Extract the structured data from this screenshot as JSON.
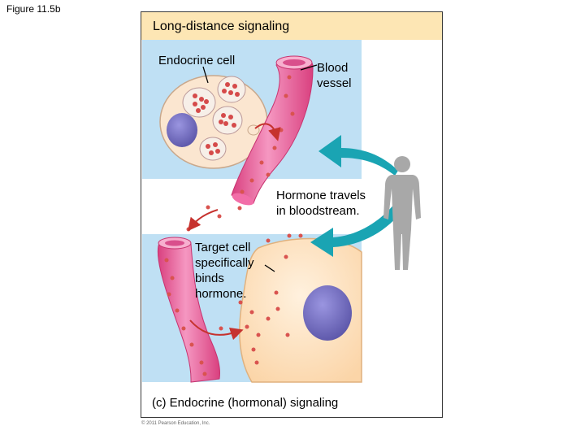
{
  "figure_label": "Figure 11.5b",
  "panel": {
    "title": "Long-distance signaling",
    "caption": "(c) Endocrine (hormonal) signaling"
  },
  "labels": {
    "endocrine_cell": "Endocrine cell",
    "blood_vessel_line1": "Blood",
    "blood_vessel_line2": "vessel",
    "hormone_line1": "Hormone travels",
    "hormone_line2": "in bloodstream.",
    "target_line1": "Target cell",
    "target_line2": "specifically",
    "target_line3": "binds",
    "target_line4": "hormone."
  },
  "copyright": "© 2011 Pearson Education, Inc.",
  "colors": {
    "header_bg": "#fde6b4",
    "blue_bg": "#bfe0f4",
    "vessel": "#f07ab0",
    "cell": "#fbe6d0",
    "nucleus": "#7c77c9",
    "hormone": "#e35a5a",
    "arrow_teal": "#1aa4b3",
    "human": "#a8a8a8"
  }
}
